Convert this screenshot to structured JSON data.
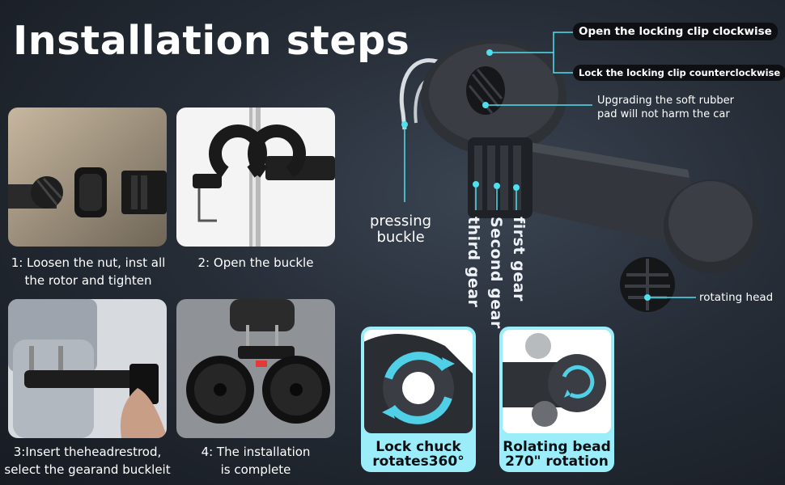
{
  "title": "Installation steps",
  "steps": [
    {
      "caption_line1": "1: Loosen the nut, inst all",
      "caption_line2": "the rotor and tighten"
    },
    {
      "caption_line1": "2: Open the buckle",
      "caption_line2": ""
    },
    {
      "caption_line1": "3:Insert theheadrestrod,",
      "caption_line2": "select the gearand buckleit"
    },
    {
      "caption_line1": "4: The installation",
      "caption_line2": "is complete"
    }
  ],
  "callouts": {
    "open_clip": "Open the locking clip clockwise",
    "lock_clip": "Lock the locking clip counterclockwise",
    "rubber_pad_line1": "Upgrading the soft rubber",
    "rubber_pad_line2": "pad will not harm the car",
    "pressing_buckle_line1": "pressing",
    "pressing_buckle_line2": "buckle",
    "third_gear": "third gear",
    "second_gear": "Second gear",
    "first_gear": "first gear",
    "rotating_head": "rotating head"
  },
  "panels": [
    {
      "line1": "Lock chuck",
      "line2": "rotates360°"
    },
    {
      "line1": "Rolating bead",
      "line2": "270\" rotation"
    }
  ],
  "colors": {
    "accent": "#4fe0ef",
    "panel_border": "#9beef9",
    "callout_bg": "#0d0f12"
  },
  "icons": [
    "rotate-arrows-icon",
    "rotate-circle-icon"
  ]
}
